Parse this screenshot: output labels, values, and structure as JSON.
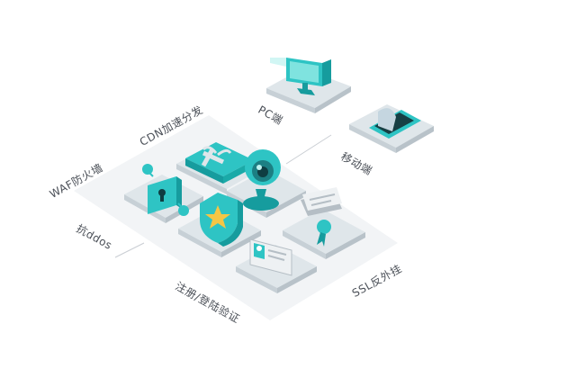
{
  "labels": {
    "cdn": "CDN加速分发",
    "waf": "WAF防火墙",
    "pc": "PC端",
    "mobile": "移动端",
    "ddos": "抗ddos",
    "register": "注册/登陆验证",
    "ssl": "SSL反外挂"
  },
  "colors": {
    "teal": "#2ec4c4",
    "teal_dark": "#169c9e",
    "tile_top": "#dfe6ea",
    "tile_side": "#c7d0d6",
    "platform": "#f2f4f6",
    "text": "#4a4f57"
  },
  "icons": [
    "webcam-icon",
    "gift-box-icon",
    "lock-icon",
    "shield-star-icon",
    "certificate-icon",
    "id-card-icon",
    "desktop-monitor-icon",
    "mobile-phone-icon"
  ]
}
